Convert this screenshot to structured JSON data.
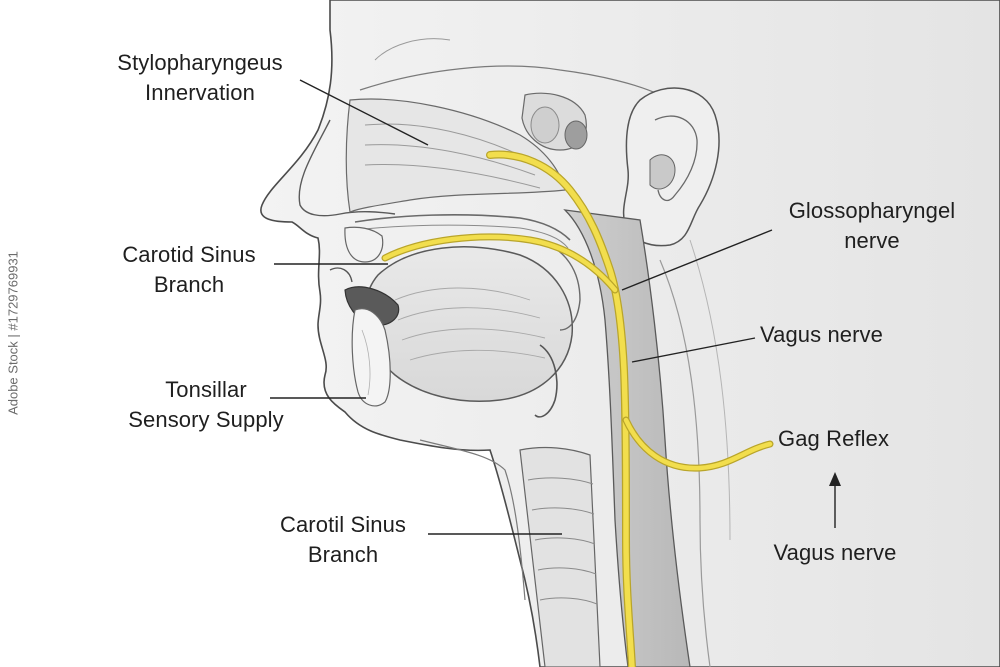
{
  "labels": {
    "stylopharyngeus": {
      "line1": "Stylopharyngeus",
      "line2": "Innervation"
    },
    "glossopharyngeal": {
      "line1": "Glossopharyngel",
      "line2": "nerve"
    },
    "carotid_sinus_upper": {
      "line1": "Carotid Sinus",
      "line2": "Branch"
    },
    "vagus_upper": {
      "text": "Vagus nerve"
    },
    "tonsillar": {
      "line1": "Tonsillar",
      "line2": "Sensory Supply"
    },
    "gag_reflex": {
      "text": "Gag Reflex"
    },
    "carotil_sinus_lower": {
      "line1": "Carotil Sinus",
      "line2": "Branch"
    },
    "vagus_lower": {
      "text": "Vagus nerve"
    }
  },
  "side_text": "Adobe Stock | #1729769931",
  "colors": {
    "nerve": "#f2de4d",
    "nerve_outline": "#b9a52a",
    "line": "#222222"
  }
}
